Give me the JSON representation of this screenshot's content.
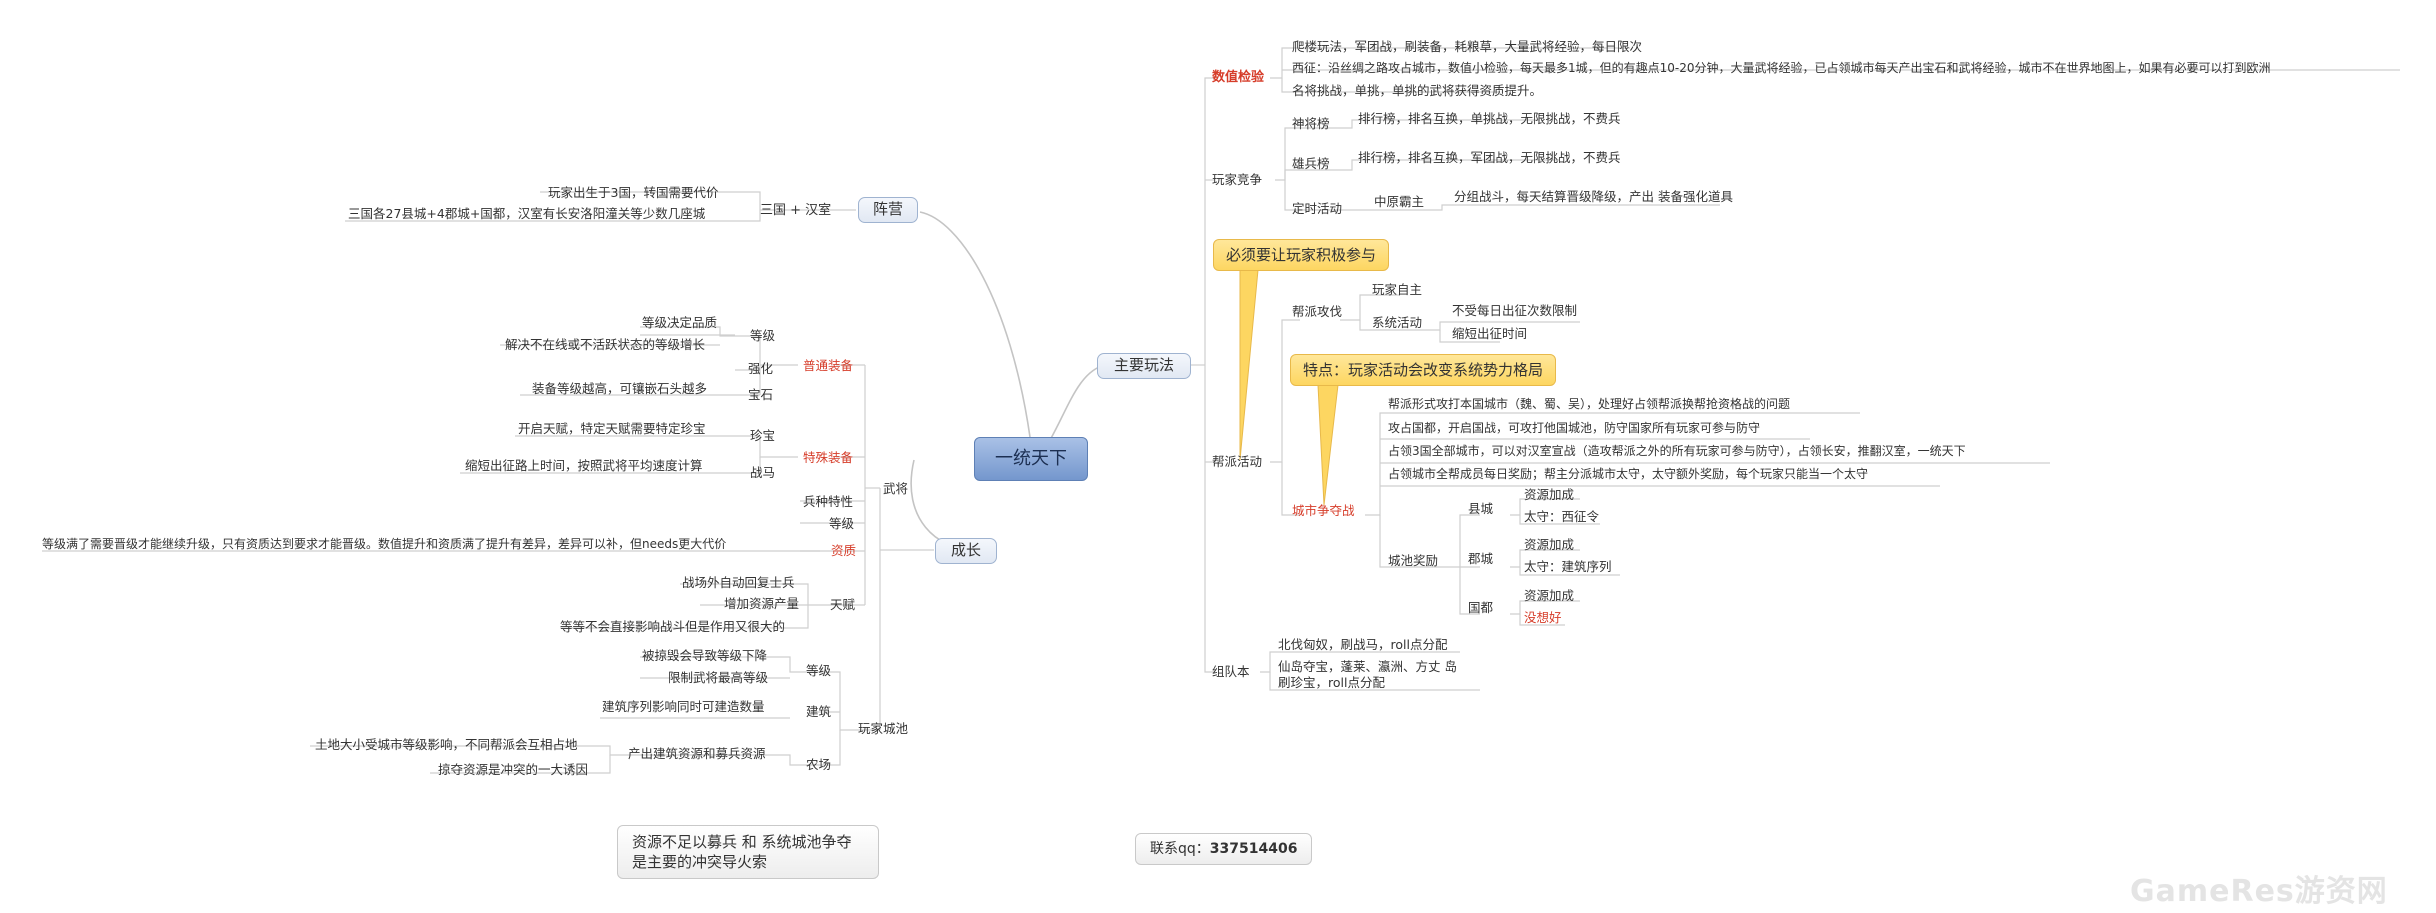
{
  "root": "一统天下",
  "branches": {
    "camp": "阵营",
    "growth": "成长",
    "main": "主要玩法"
  },
  "camp": {
    "sub": "三国 + 汉室",
    "line1": "玩家出生于3国，转国需要代价",
    "line2": "三国各27县城+4郡城+国都，汉室有长安洛阳潼关等少数几座城"
  },
  "growth": {
    "general": "武将",
    "normal_equip": "普通装备",
    "level": "等级",
    "level_a": "等级决定品质",
    "level_b": "解决不在线或不活跃状态的等级增长",
    "strengthen": "强化",
    "gem": "宝石",
    "gem_a": "装备等级越高，可镶嵌石头越多",
    "special_equip": "特殊装备",
    "treasure": "珍宝",
    "treasure_a": "开启天赋，特定天赋需要特定珍宝",
    "horse": "战马",
    "horse_a": "缩短出征路上时间，按照武将平均速度计算",
    "troop_trait": "兵种特性",
    "g_level": "等级",
    "aptitude": "资质",
    "aptitude_a": "等级满了需要晋级才能继续升级，只有资质达到要求才能晋级。数值提升和资质满了提升有差异，差异可以补，但needs更大代价",
    "talent": "天赋",
    "talent_a": "战场外自动回复士兵",
    "talent_b": "增加资源产量",
    "talent_c": "等等不会直接影响战斗但是作用又很大的",
    "city": "玩家城池",
    "city_level": "等级",
    "city_level_a": "被掠毁会导致等级下降",
    "city_level_b": "限制武将最高等级",
    "building": "建筑",
    "building_a": "建筑序列影响同时可建造数量",
    "farm": "农场",
    "farm_a": "产出建筑资源和募兵资源",
    "farm_b": "土地大小受城市等级影响，不同帮派会互相占地",
    "farm_c": "掠夺资源是冲突的一大诱因"
  },
  "main": {
    "numeric": "数值检验",
    "numeric_a": "爬楼玩法，军团战，刷装备，耗粮草，大量武将经验，每日限次",
    "numeric_b": "西征：沿丝绸之路攻占城市，数值小检验，每天最多1城，但的有趣点10-20分钟，大量武将经验，已占领城市每天产出宝石和武将经验，城市不在世界地图上，如果有必要可以打到欧洲",
    "numeric_c": "名将挑战，单挑，单挑的武将获得资质提升。",
    "pvp": "玩家竞争",
    "god": "神将榜",
    "god_a": "排行榜，排名互换，单挑战，无限挑战，不费兵",
    "soldier": "雄兵榜",
    "soldier_a": "排行榜，排名互换，军团战，无限挑战，不费兵",
    "timed": "定时活动",
    "central": "中原霸主",
    "central_a": "分组战斗，每天结算晋级降级，产出 装备强化道具",
    "callout1": "必须要让玩家积极参与",
    "guild": "帮派活动",
    "guild_war": "帮派攻伐",
    "player_self": "玩家自主",
    "sys": "系统活动",
    "sys_a": "不受每日出征次数限制",
    "sys_b": "缩短出征时间",
    "callout2": "特点：玩家活动会改变系统势力格局",
    "city_war": "城市争夺战",
    "cw_a": "帮派形式攻打本国城市（魏、蜀、吴），处理好占领帮派换帮抢资格战的问题",
    "cw_b": "攻占国都，开启国战，可攻打他国城池，防守国家所有玩家可参与防守",
    "cw_c": "占领3国全部城市，可以对汉室宣战（造攻帮派之外的所有玩家可参与防守），占领长安，推翻汉室，一统天下",
    "cw_d": "占领城市全帮成员每日奖励；帮主分派城市太守，太守额外奖励，每个玩家只能当一个太守",
    "reward": "城池奖励",
    "county": "县城",
    "res_plus": "资源加成",
    "county_gov": "太守：西征令",
    "prefecture": "郡城",
    "pref_gov": "太守：建筑序列",
    "capital": "国都",
    "not_yet": "没想好",
    "team": "组队本",
    "team_a": "北伐匈奴，刷战马，roll点分配",
    "team_b": "仙岛夺宝，蓬莱、瀛洲、方丈 岛",
    "team_c": "刷珍宝，roll点分配"
  },
  "notes": {
    "conflict": "资源不足以募兵 和 系统城池争夺\n是主要的冲突导火索",
    "contact_label": "联系qq：",
    "contact_qq": "337514406"
  },
  "watermark": "GameRes游资网",
  "colors": {
    "line": "#bdbdbd",
    "branch_line": "#c7c7c7",
    "red_label": "#d63d2a",
    "root_fill": "#8aa9d8",
    "callout_fill": "#fddd72"
  }
}
